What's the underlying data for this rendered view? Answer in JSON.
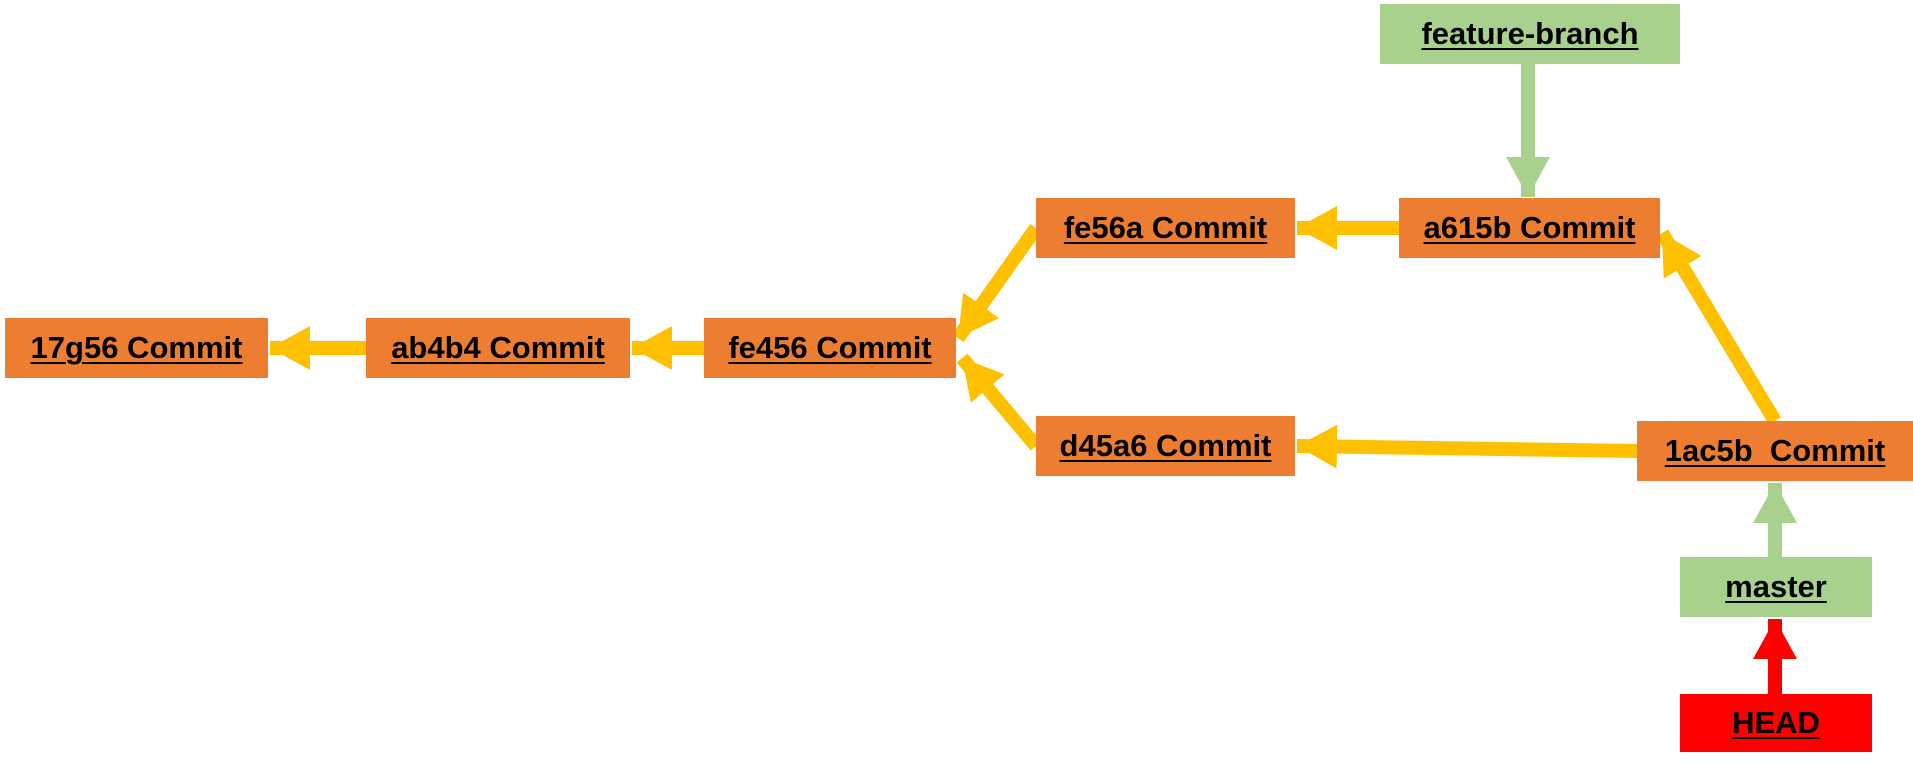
{
  "commits": {
    "c17g56": {
      "label": "17g56 Commit"
    },
    "ab4b4": {
      "label": "ab4b4 Commit"
    },
    "fe456": {
      "label": "fe456 Commit"
    },
    "fe56a": {
      "label": "fe56a Commit"
    },
    "a615b": {
      "label": "a615b Commit"
    },
    "d45a6": {
      "label": "d45a6 Commit"
    },
    "c1ac5b": {
      "label": "1ac5b  Commit"
    }
  },
  "refs": {
    "feature_branch": {
      "label": "feature-branch"
    },
    "master": {
      "label": "master"
    },
    "head": {
      "label": "HEAD"
    }
  },
  "edges": [
    {
      "from": "ab4b4",
      "to": "c17g56",
      "kind": "parent"
    },
    {
      "from": "fe456",
      "to": "ab4b4",
      "kind": "parent"
    },
    {
      "from": "fe56a",
      "to": "fe456",
      "kind": "parent"
    },
    {
      "from": "d45a6",
      "to": "fe456",
      "kind": "parent"
    },
    {
      "from": "a615b",
      "to": "fe56a",
      "kind": "parent"
    },
    {
      "from": "c1ac5b",
      "to": "d45a6",
      "kind": "parent"
    },
    {
      "from": "c1ac5b",
      "to": "a615b",
      "kind": "parent"
    },
    {
      "from": "feature_branch",
      "to": "a615b",
      "kind": "branch-ref"
    },
    {
      "from": "master",
      "to": "c1ac5b",
      "kind": "branch-ref"
    },
    {
      "from": "head",
      "to": "master",
      "kind": "head-ref"
    }
  ],
  "colors": {
    "commit_fill": "#ED7D31",
    "branch_fill": "#A9D18E",
    "head_fill": "#FF0000",
    "parent_arrow": "#FFC000",
    "branch_arrow": "#A9D18E",
    "head_arrow": "#FF0000"
  }
}
